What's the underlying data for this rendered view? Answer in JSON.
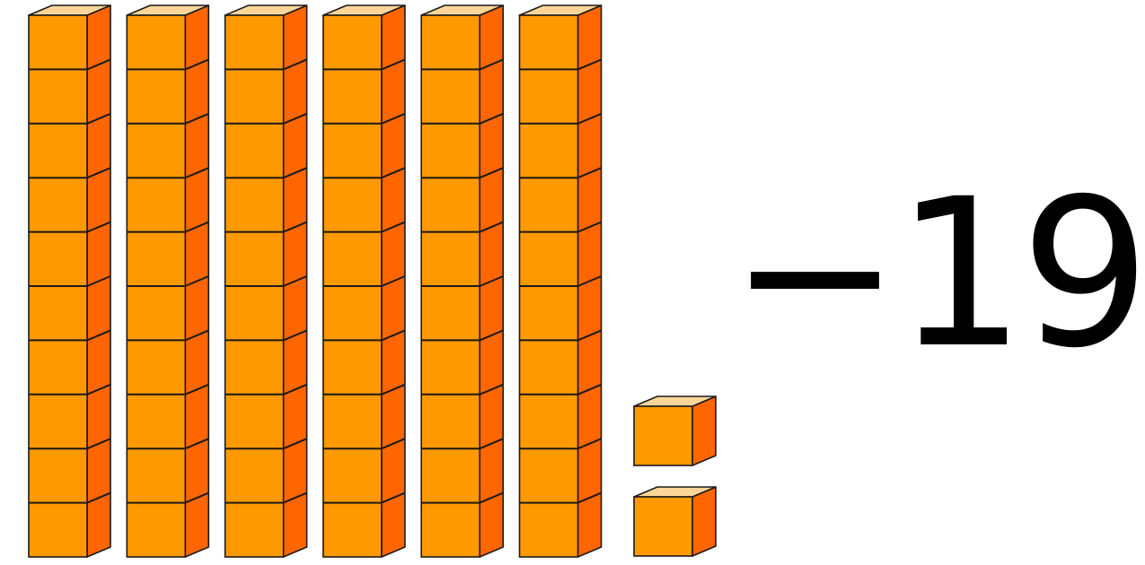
{
  "diagram": {
    "type": "base-ten-blocks",
    "tens_rods": 6,
    "units_per_rod": 10,
    "unit_cubes": 2,
    "represented_value": 62,
    "colors": {
      "front": "#FF9900",
      "side": "#FF6600",
      "top": "#FFD699",
      "outline": "#1a1a1a"
    }
  },
  "expression": {
    "operator": "−",
    "number": "19",
    "text": "−19"
  }
}
